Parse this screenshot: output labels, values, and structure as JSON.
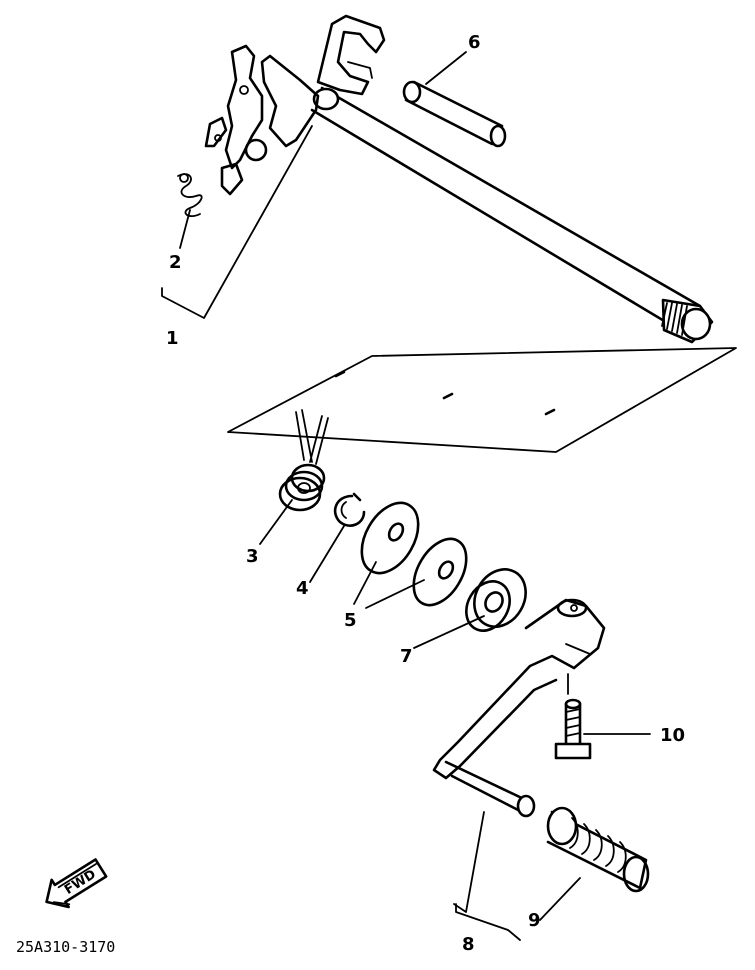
{
  "callouts": {
    "c1": "1",
    "c2": "2",
    "c3": "3",
    "c4": "4",
    "c5": "5",
    "c6": "6",
    "c7": "7",
    "c8": "8",
    "c9": "9",
    "c10": "10"
  },
  "direction_badge": "FWD",
  "drawing_code": "25A310-3170",
  "colors": {
    "ink": "#000000",
    "paper": "#ffffff"
  }
}
